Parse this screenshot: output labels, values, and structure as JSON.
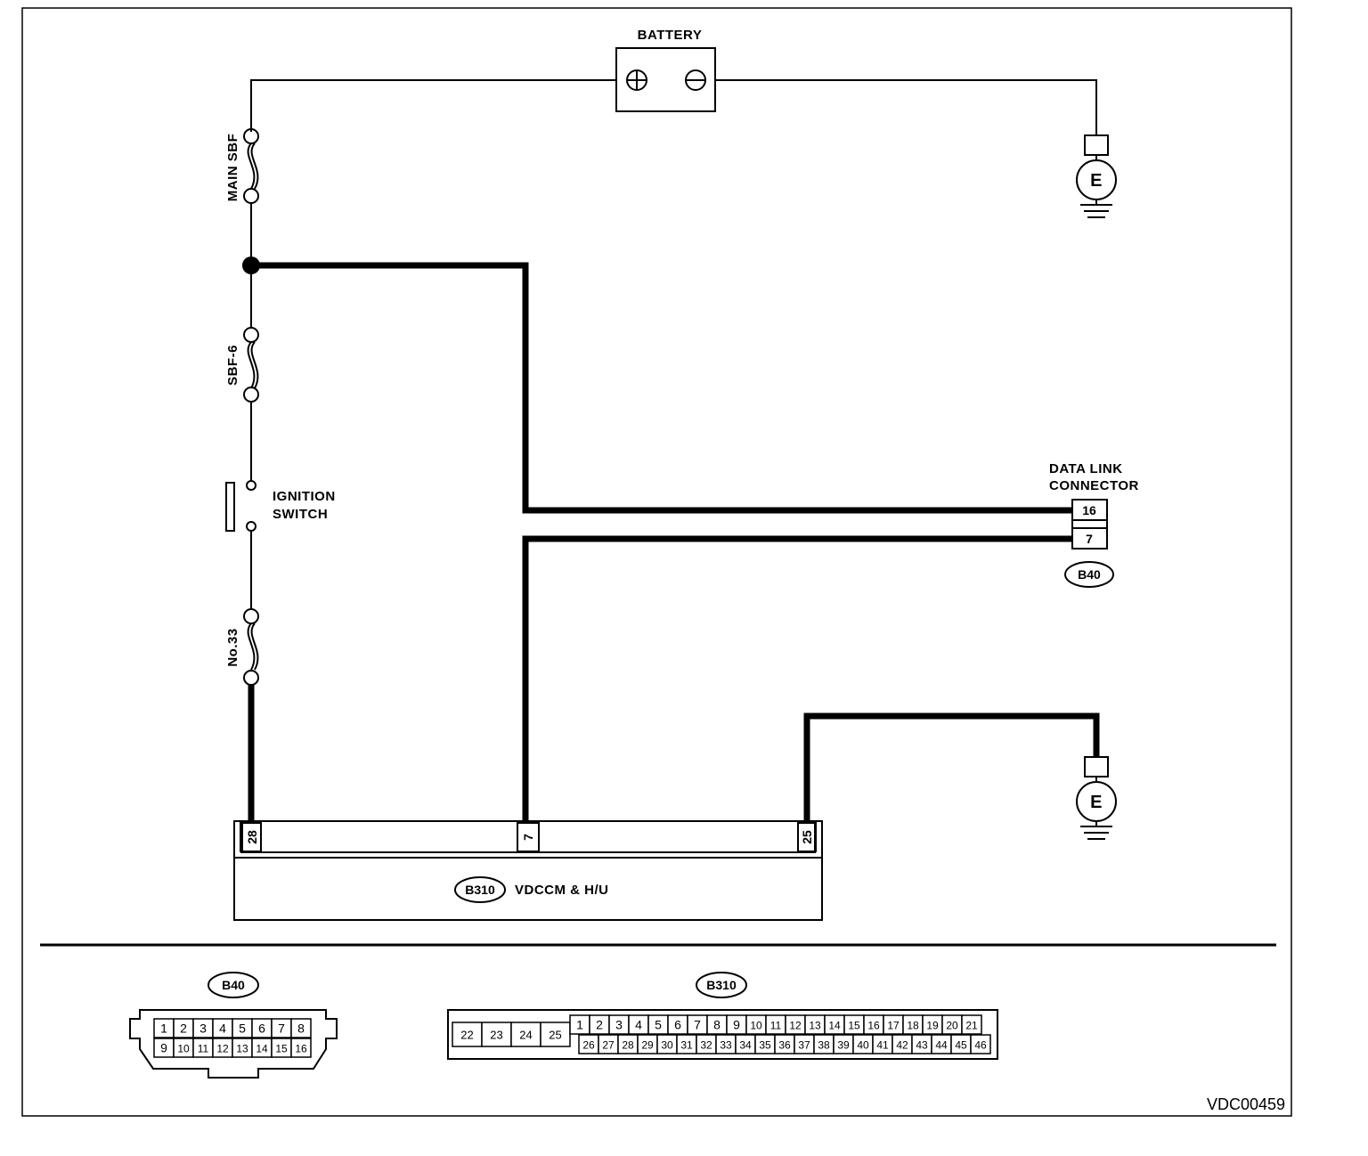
{
  "labels": {
    "battery": "BATTERY",
    "battery_plus": "+",
    "battery_minus": "−",
    "main_sbf": "MAIN SBF",
    "sbf6": "SBF-6",
    "ignition_line1": "IGNITION",
    "ignition_line2": "SWITCH",
    "fuse33": "No.33",
    "dlc_line1": "DATA LINK",
    "dlc_line2": "CONNECTOR",
    "ground": "E",
    "module_name": "VDCCM & H/U",
    "figure_code": "VDC00459"
  },
  "connectors": {
    "b40": {
      "id": "B40",
      "wired_pins": [
        "16",
        "7"
      ],
      "face_rows": [
        [
          "1",
          "2",
          "3",
          "4",
          "5",
          "6",
          "7",
          "8"
        ],
        [
          "9",
          "10",
          "11",
          "12",
          "13",
          "14",
          "15",
          "16"
        ]
      ]
    },
    "b310": {
      "id": "B310",
      "wired_pins": [
        "28",
        "7",
        "25"
      ],
      "face_big": [
        "22",
        "23",
        "24",
        "25"
      ],
      "face_rows": [
        [
          "1",
          "2",
          "3",
          "4",
          "5",
          "6",
          "7",
          "8",
          "9",
          "10",
          "11",
          "12",
          "13",
          "14",
          "15",
          "16",
          "17",
          "18",
          "19",
          "20",
          "21"
        ],
        [
          "26",
          "27",
          "28",
          "29",
          "30",
          "31",
          "32",
          "33",
          "34",
          "35",
          "36",
          "37",
          "38",
          "39",
          "40",
          "41",
          "42",
          "43",
          "44",
          "45",
          "46"
        ]
      ]
    }
  }
}
